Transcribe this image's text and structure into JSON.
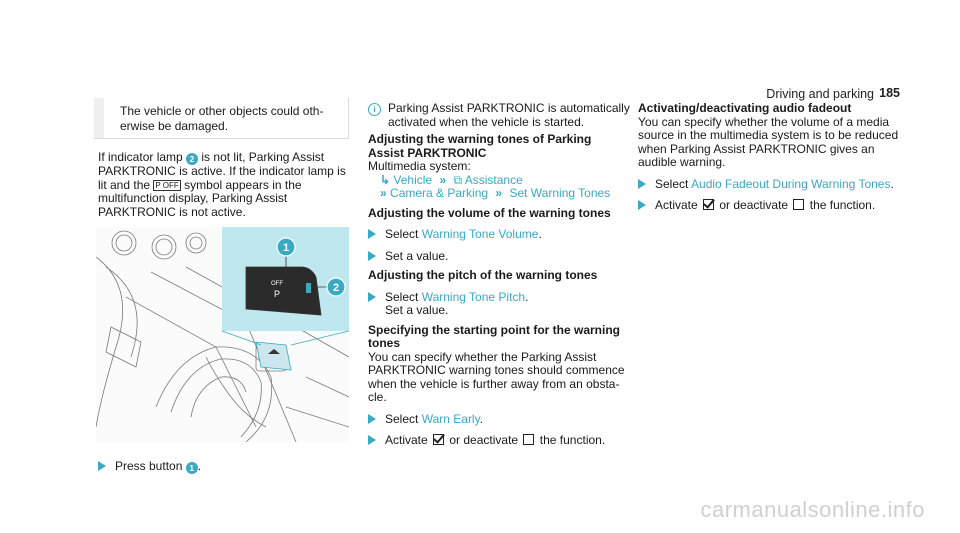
{
  "header": {
    "section": "Driving and parking",
    "page": "185"
  },
  "warning_box": {
    "text": "The vehicle or other objects could oth-erwise be damaged."
  },
  "col1": {
    "para_a": "If indicator lamp",
    "lamp_num": "2",
    "para_b": "is not lit, Parking Assist PARKTRONIC is active. If the indicator lamp is lit and the",
    "pict_symbol": "P OFF",
    "para_c": "symbol appears in the multifunction display, Parking Assist PARKTRONIC is not active.",
    "step_a": "Press button",
    "step_num": "1",
    "step_b": ".",
    "figure": {
      "callout_1": "1",
      "callout_2": "2",
      "button_label": "OFF"
    }
  },
  "col2": {
    "info_text": "Parking Assist PARKTRONIC is automatically activated when the vehicle is started.",
    "h_adjust_tones": "Adjusting the warning tones of Parking Assist PARKTRONIC",
    "multimedia_label": "Multimedia system:",
    "path_vehicle": "Vehicle",
    "path_assistance": "Assistance",
    "path_camera": "Camera & Parking",
    "path_tones": "Set Warning Tones",
    "h_volume": "Adjusting the volume of the warning tones",
    "select_label": "Select",
    "volume_option": "Warning Tone Volume",
    "set_value": "Set a value.",
    "h_pitch": "Adjusting the pitch of the warning tones",
    "pitch_option": "Warning Tone Pitch",
    "h_start": "Specifying the starting point for the warning tones",
    "start_text": "You can specify whether the Parking Assist PARKTRONIC warning tones should commence when the vehicle is further away from an obsta-cle.",
    "early_option": "Warn Early",
    "activate_a": "Activate",
    "activate_b": "or deactivate",
    "activate_c": "the function."
  },
  "col3": {
    "h_audio": "Activating/deactivating audio fadeout",
    "audio_text": "You can specify whether the volume of a media source in the multimedia system is to be reduced when Parking Assist PARKTRONIC gives an audible warning.",
    "select_label": "Select",
    "audio_option": "Audio Fadeout During Warning Tones",
    "activate_a": "Activate",
    "activate_b": "or deactivate",
    "activate_c": "the function."
  },
  "watermark": "carmanualsonline.info"
}
